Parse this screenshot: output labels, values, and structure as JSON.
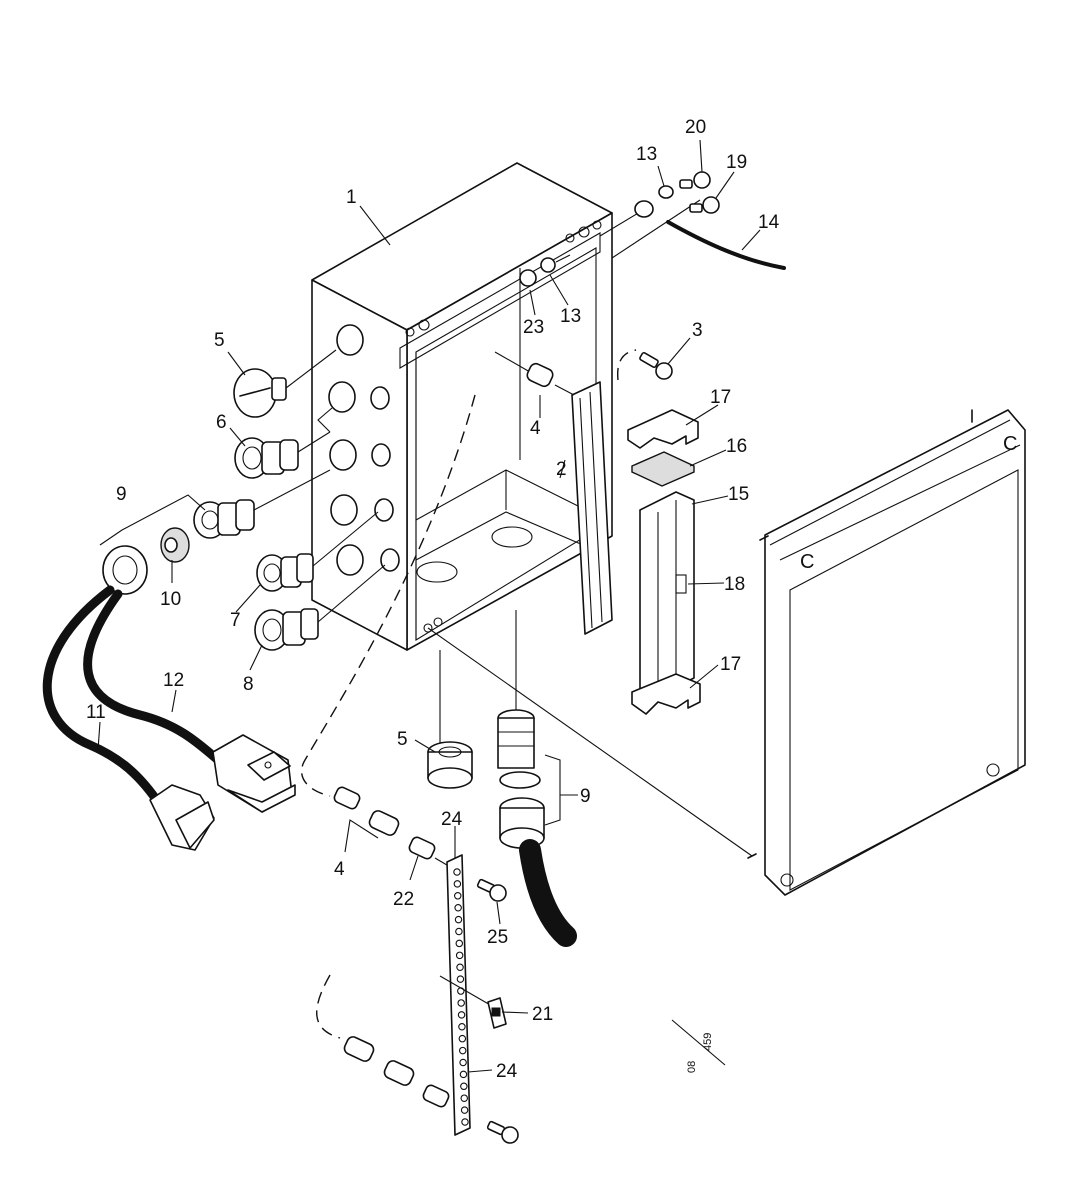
{
  "drawing": {
    "drawing_ref_top": "08",
    "drawing_ref_bottom": "459"
  },
  "callouts": {
    "c1": "1",
    "c2": "2",
    "c3": "3",
    "c4a": "4",
    "c4b": "4",
    "c5a": "5",
    "c5b": "5",
    "c6": "6",
    "c7": "7",
    "c8": "8",
    "c9a": "9",
    "c9b": "9",
    "c10": "10",
    "c11": "11",
    "c12": "12",
    "c13a": "13",
    "c13b": "13",
    "c14": "14",
    "c15": "15",
    "c16": "16",
    "c17a": "17",
    "c17b": "17",
    "c18": "18",
    "c19": "19",
    "c20": "20",
    "c21": "21",
    "c22": "22",
    "c23": "23",
    "c24a": "24",
    "c24b": "24",
    "c25": "25"
  }
}
